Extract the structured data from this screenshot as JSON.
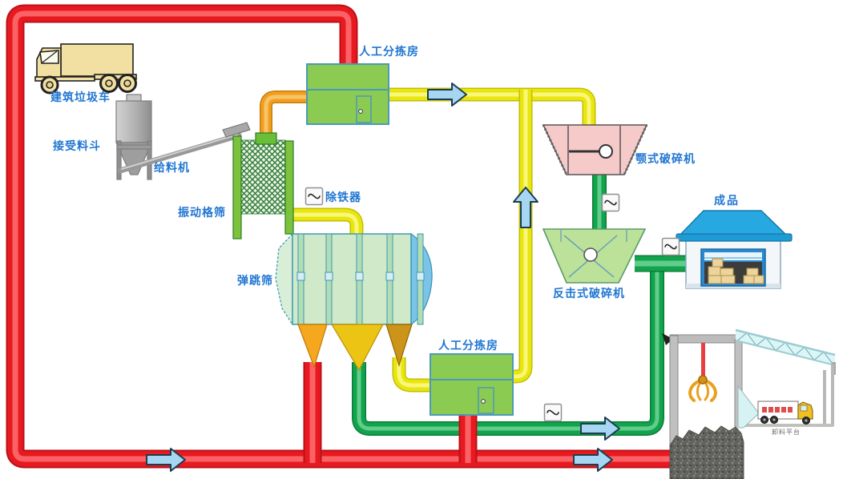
{
  "diagram": {
    "labels": {
      "waste_truck": "建筑垃圾车",
      "receiving_hopper": "接受料斗",
      "feeder": "给料机",
      "vibrating_grid_screen": "振动格筛",
      "iron_remover": "除铁器",
      "bouncing_screen": "弹跳筛",
      "manual_sorting_room_1": "人工分拣房",
      "manual_sorting_room_2": "人工分拣房",
      "jaw_crusher": "颚式破碎机",
      "impact_crusher": "反击式破碎机",
      "finished_product": "成品",
      "unloading_platform_caption": "卸料平台"
    },
    "colors": {
      "pipe_red": "#e81a20",
      "pipe_yellow": "#e9e50e",
      "pipe_green": "#12a44c",
      "pipe_orange": "#f29e1e",
      "arrow_blue": "#a6d6f2",
      "label_text": "#2176d2",
      "building_green": "#8ccb52",
      "jaw_crusher_pink": "#f7caca",
      "impact_crusher_green": "#bce29a",
      "warehouse_roof_blue": "#28a8e0"
    },
    "icons": {
      "vibrator_symbol": "sine-wave-in-box",
      "flow_arrow": "blue-flow-arrow"
    }
  }
}
